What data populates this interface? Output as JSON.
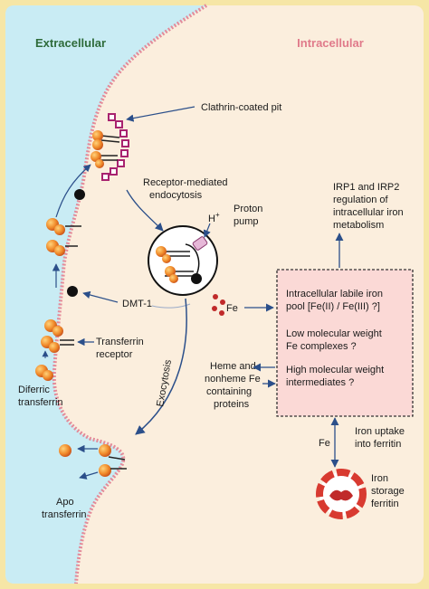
{
  "headers": {
    "extracellular": "Extracellular",
    "intracellular": "Intracellular"
  },
  "colors": {
    "extracellular_header": "#2e6b3a",
    "intracellular_header": "#e07a8a",
    "extracellular_bg": "#c9ecf4",
    "intracellular_bg": "#fbeedd",
    "membrane": "#e38b9a",
    "pool_box_bg": "#fbd9d6",
    "iron_dot": "#c02a2a",
    "arrow": "#2b4f8a"
  },
  "labels": {
    "clathrin_pit": "Clathrin-coated pit",
    "receptor_endocytosis_1": "Receptor-mediated",
    "receptor_endocytosis_2": "endocytosis",
    "proton_1": "Proton",
    "proton_2": "pump",
    "h_plus": "H",
    "h_plus_sup": "+",
    "dmt1": "DMT-1",
    "fe_small": "Fe",
    "exocytosis": "Exocytosis",
    "transferrin_receptor_1": "Transferrin",
    "transferrin_receptor_2": "receptor",
    "diferric_1": "Diferric",
    "diferric_2": "transferrin",
    "apo_1": "Apo",
    "apo_2": "transferrin",
    "irp_1": "IRP1 and IRP2",
    "irp_2": "regulation of",
    "irp_3": "intracellular iron",
    "irp_4": "metabolism",
    "heme_1": "Heme and",
    "heme_2": "nonheme Fe",
    "heme_3": "containing",
    "heme_4": "proteins",
    "fe_uptake": "Fe",
    "ferritin_uptake_1": "Iron uptake",
    "ferritin_uptake_2": "into ferritin",
    "ferritin_store_1": "Iron",
    "ferritin_store_2": "storage",
    "ferritin_store_3": "ferritin"
  },
  "pool_box": {
    "line1": "Intracellular labile iron",
    "line2": "pool [Fe(II) / Fe(III) ?]",
    "line3": "Low molecular weight",
    "line4": "Fe complexes ?",
    "line5": "High molecular weight",
    "line6": "intermediates ?"
  }
}
